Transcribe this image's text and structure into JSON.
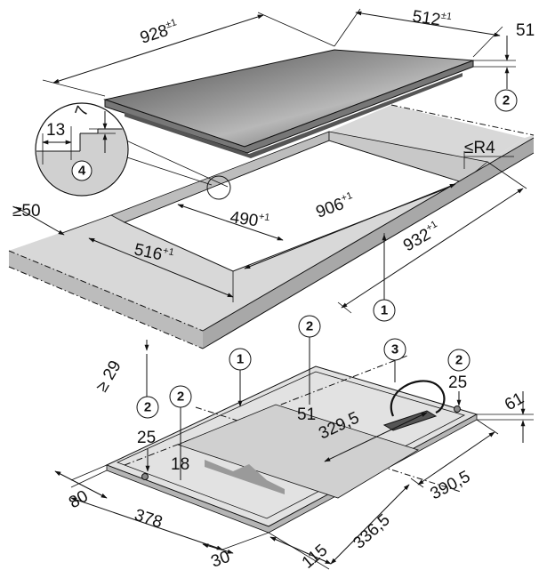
{
  "diagram": {
    "hob_top": {
      "width": "928",
      "width_tol": "±1",
      "depth": "512",
      "depth_tol": "±1",
      "height": "51"
    },
    "detail": {
      "dim_a": "13",
      "dim_b": "7",
      "callout": "4"
    },
    "cutout": {
      "min_edge": "≥50",
      "depth": "490",
      "depth_tol": "+1",
      "length": "906",
      "length_tol": "+1",
      "outer_depth": "516",
      "outer_depth_tol": "+1",
      "outer_length": "932",
      "outer_length_tol": "+1",
      "radius": "≤R4",
      "min_worktop": "≥ 29"
    },
    "base": {
      "d51": "51",
      "d25_right": "25",
      "d329": "329,5",
      "d61": "61",
      "d390": "390,5",
      "d336": "336,5",
      "d115": "115",
      "d25_left": "25",
      "d18": "18",
      "d80": "80",
      "d378": "378",
      "d30": "30"
    },
    "callouts": {
      "c1_cut": "1",
      "c2_top": "2",
      "c1_base": "1",
      "c2_base_mid": "2",
      "c3": "3",
      "c2_base_right": "2",
      "c2_left_a": "2",
      "c2_left_b": "2"
    }
  }
}
